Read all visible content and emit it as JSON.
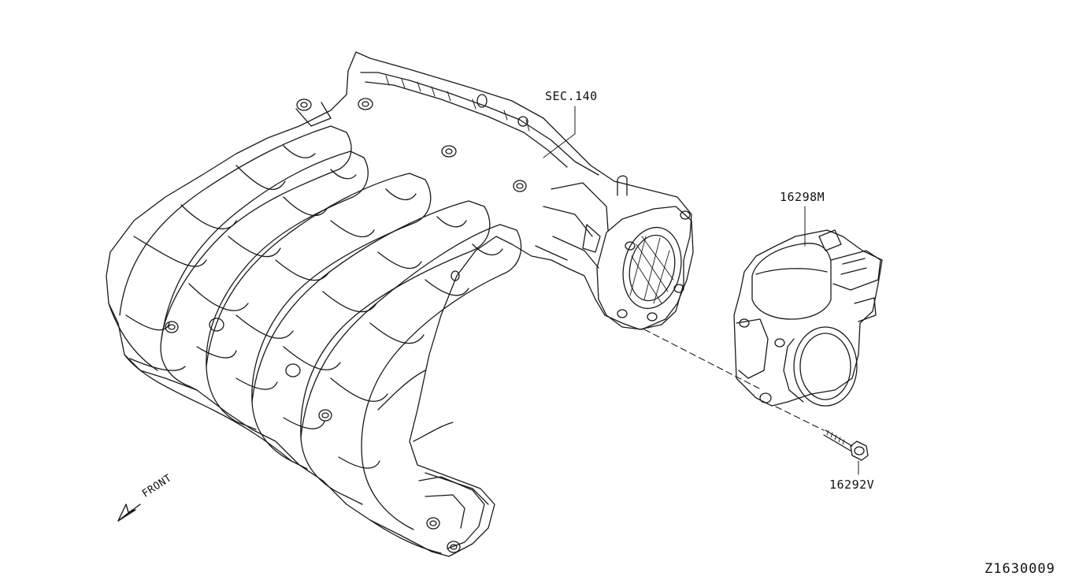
{
  "labels": {
    "section_ref": "SEC.140",
    "part_throttle_chamber": "16298M",
    "part_bolt": "16292V",
    "drawing_code": "Z1630009",
    "direction": "FRONT"
  },
  "icons": {
    "direction_arrow": "arrow-down-left-icon"
  },
  "colors": {
    "line": "#1a1a1a",
    "background": "#ffffff"
  }
}
